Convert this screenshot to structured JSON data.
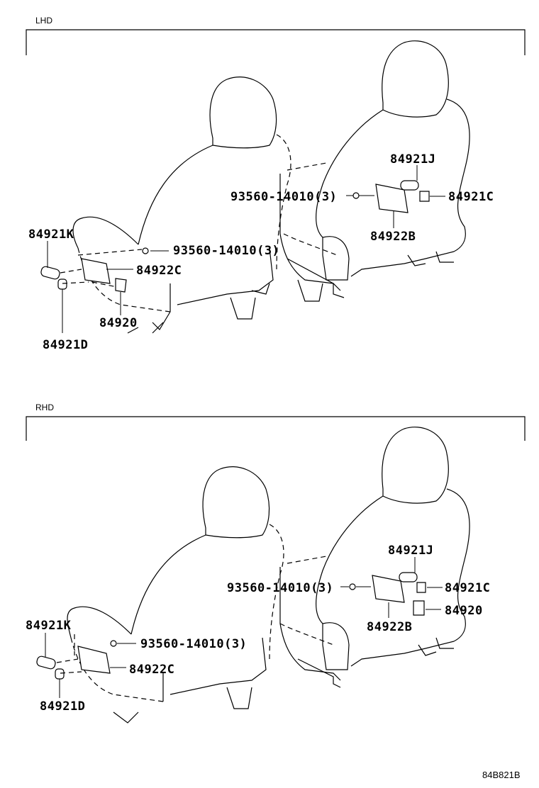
{
  "sections": [
    {
      "label": "LHD",
      "parts": {
        "bolt": "93560-14010(3)",
        "switch": "84922C",
        "knob_front": "84921K",
        "knob_side": "84921D",
        "lumbar": "84920",
        "rear_bolt": "93560-14010(3)",
        "rear_switch": "84922B",
        "rear_knob_top": "84921J",
        "rear_knob_side": "84921C"
      }
    },
    {
      "label": "RHD",
      "parts": {
        "bolt": "93560-14010(3)",
        "switch": "84922C",
        "knob_front": "84921K",
        "knob_side": "84921D",
        "rear_bolt": "93560-14010(3)",
        "rear_switch": "84922B",
        "rear_knob_top": "84921J",
        "rear_knob_side": "84921C",
        "rear_lumbar": "84920"
      }
    }
  ],
  "figure_code": "84B821B"
}
